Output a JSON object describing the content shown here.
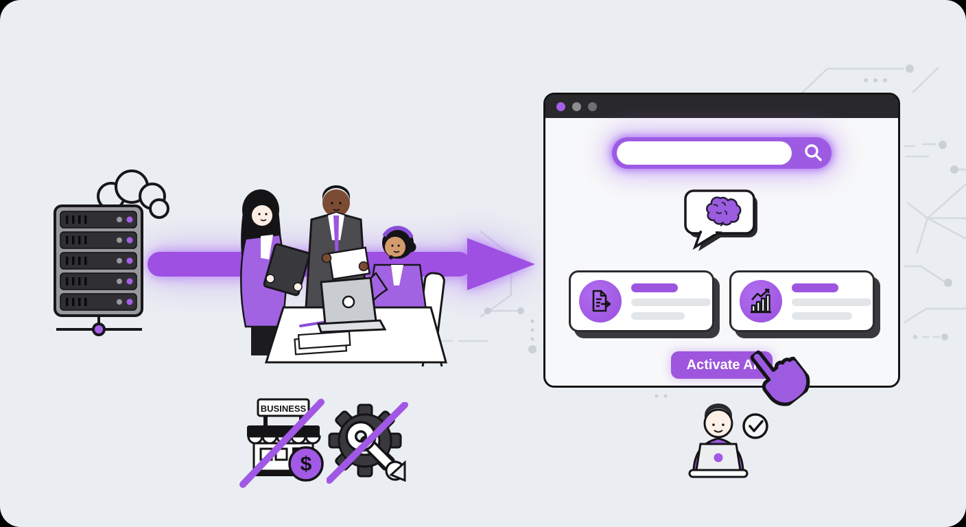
{
  "colors": {
    "canvas_bg": "#eaeef2",
    "accent": "#9d55e0",
    "accent_bright": "#a855f7",
    "outline_dark": "#17171a",
    "titlebar": "#29292c",
    "card_shadow": "#3a3a3e",
    "skeleton_gray": "#e2e6e9",
    "circuit_gray": "#d3d9de"
  },
  "browser_window": {
    "window_dots": [
      "#a55ee8",
      "#8d8d91",
      "#707075"
    ],
    "search": {
      "value": "",
      "icon": "magnifier-icon"
    },
    "ai_bubble": {
      "icon": "brain-icon"
    },
    "result_cards": [
      {
        "icon": "document-export-icon",
        "skeleton_lines": 2
      },
      {
        "icon": "bar-chart-growth-icon",
        "skeleton_lines": 2
      }
    ],
    "cta_button": {
      "label": "Activate AI"
    },
    "cursor": "hand-pointer-cursor"
  },
  "left_scene": {
    "server": {
      "icon": "server-rack-icon",
      "slots": 5,
      "led_color": "#a855f7",
      "cloud": "cloud-icon"
    },
    "flow_arrow": {
      "icon": "arrow-right-icon",
      "color": "#9d50e2"
    },
    "team": [
      "woman-with-tablet",
      "man-with-document",
      "support-agent-with-headset-at-laptop"
    ]
  },
  "crossed_out": {
    "storefront": {
      "icon": "storefront-icon",
      "sign_label": "BUSINESS",
      "coin_symbol": "$"
    },
    "maintenance": {
      "icon": "gear-wrench-icon"
    }
  },
  "outcome": {
    "icon": "person-at-laptop-icon",
    "badge": "check-circle-icon"
  }
}
